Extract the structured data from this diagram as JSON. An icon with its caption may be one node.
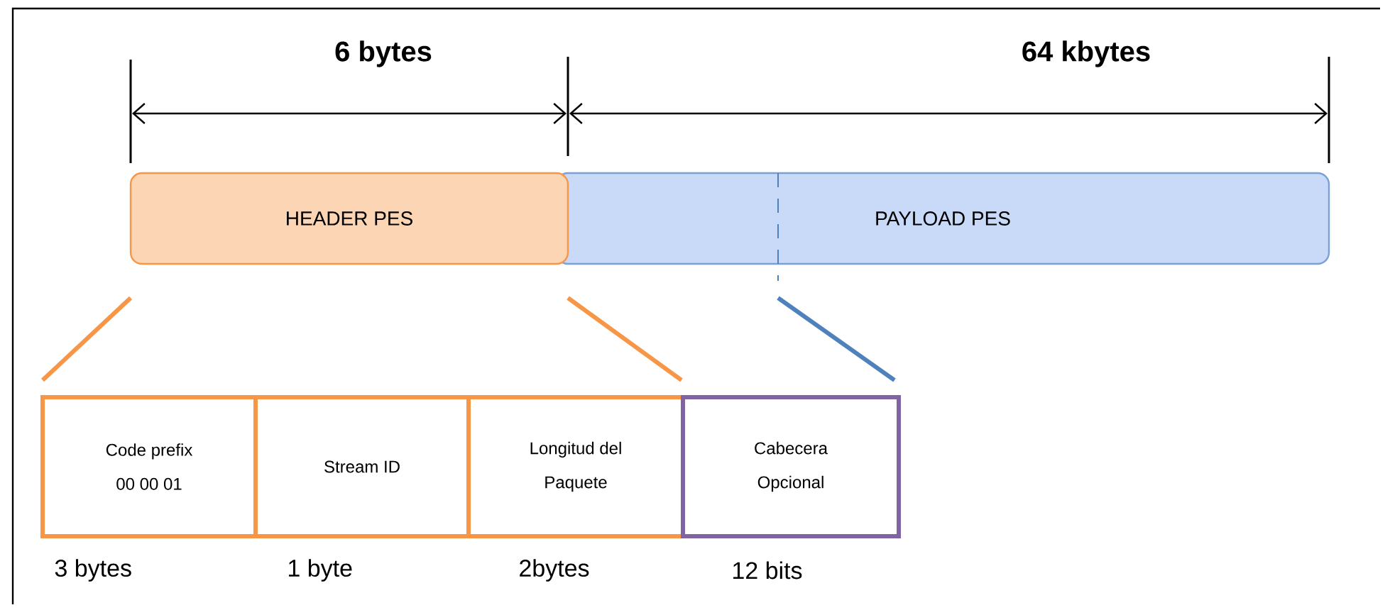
{
  "diagram": {
    "nodes": [
      {
        "text": [
          "HEADER PES"
        ]
      },
      {
        "text": [
          "PAYLOAD PES"
        ]
      },
      {
        "text": [
          "Code prefix 00 00 01"
        ],
        "beside": [
          "3 bytes"
        ]
      },
      {
        "text": [
          "Stream ID"
        ],
        "beside": [
          "1 byte"
        ]
      },
      {
        "text": [
          "Longitud del Paquete"
        ],
        "beside": [
          "2bytes"
        ]
      },
      {
        "text": [
          "Cabecera Opcional"
        ],
        "beside": [
          "12 bits"
        ]
      }
    ],
    "labels": [
      "6 bytes",
      "64 kbytes"
    ]
  }
}
